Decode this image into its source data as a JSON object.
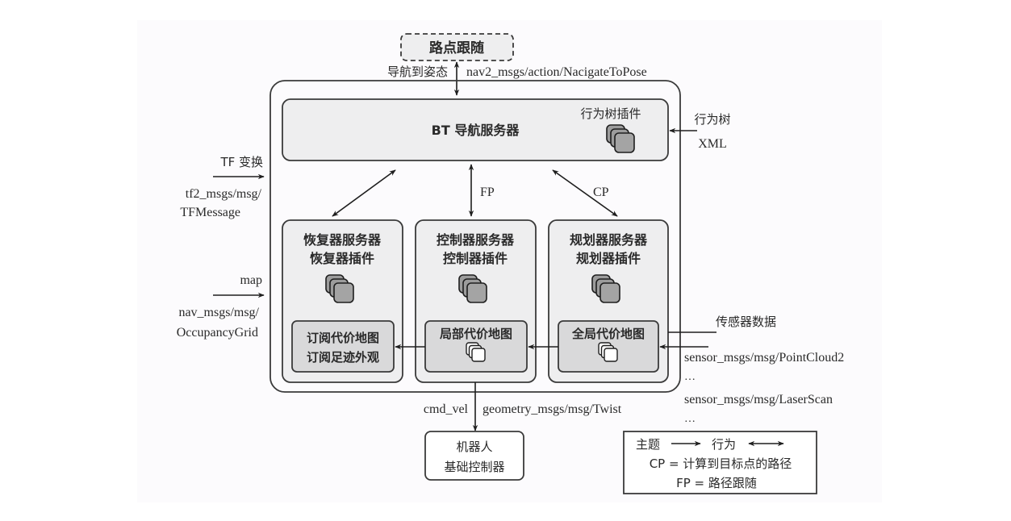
{
  "colors": {
    "panel_bg": "#fcfbfd",
    "box_fill": "#eeeeef",
    "inner_box_fill": "#d9d9da",
    "plugin_dark": "#9c9c9c",
    "plugin_light": "#ffffff",
    "stroke": "#3a3a3a"
  },
  "waypoint_box": {
    "label": "路点跟随"
  },
  "nav_action": {
    "left_label": "导航到姿态",
    "right_label": "nav2_msgs/action/NacigateToPose"
  },
  "bt_server": {
    "label": "BT 导航服务器",
    "plugin_label": "行为树插件",
    "plugin_icon": "plugin-stack-icon"
  },
  "bt_xml_input": {
    "line1": "行为树",
    "line2": "XML"
  },
  "tf_input": {
    "title": "TF 变换",
    "line1": "tf2_msgs/msg/",
    "line2": "TFMessage"
  },
  "map_input": {
    "title": "map",
    "line1": "nav_msgs/msg/",
    "line2": "OccupancyGrid"
  },
  "links": {
    "fp": "FP",
    "cp": "CP"
  },
  "servers": [
    {
      "title": "恢复器服务器",
      "plugin": "恢复器插件",
      "costmap_line1": "订阅代价地图",
      "costmap_line2": "订阅足迹外观"
    },
    {
      "title": "控制器服务器",
      "plugin": "控制器插件",
      "costmap_line1": "局部代价地图",
      "costmap_line2": ""
    },
    {
      "title": "规划器服务器",
      "plugin": "规划器插件",
      "costmap_line1": "全局代价地图",
      "costmap_line2": ""
    }
  ],
  "sensor_input": {
    "title": "传感器数据",
    "line1": "sensor_msgs/msg/PointCloud2",
    "line2": "…",
    "line3": "sensor_msgs/msg/LaserScan",
    "line4": "…"
  },
  "cmd_vel": {
    "left_label": "cmd_vel",
    "right_label": "geometry_msgs/msg/Twist"
  },
  "robot_box": {
    "line1": "机器人",
    "line2": "基础控制器"
  },
  "legend": {
    "topic_label": "主题",
    "action_label": "行为",
    "cp_def": "CP = 计算到目标点的路径",
    "fp_def": "FP = 路径跟随"
  }
}
